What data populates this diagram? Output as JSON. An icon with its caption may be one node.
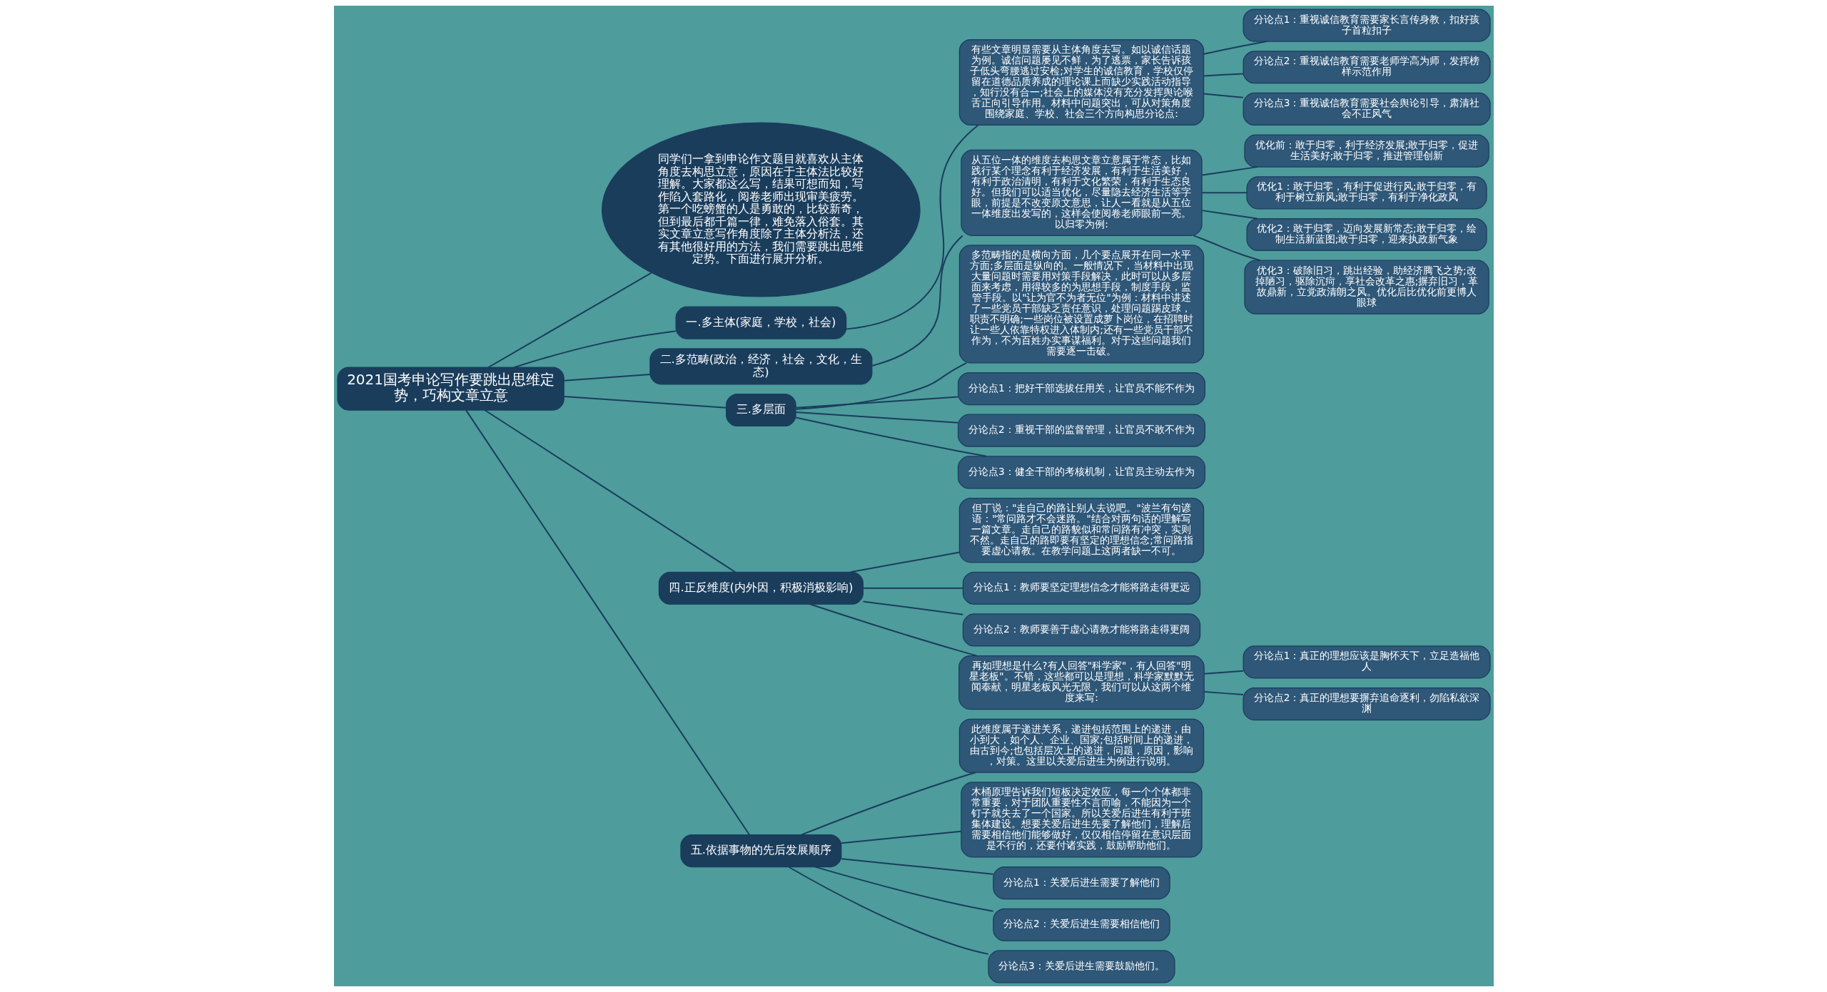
{
  "diagram": {
    "nodes": [
      {
        "text": [
          "2021国考申论写作要跳出思维定势，巧构文章立意"
        ]
      },
      {
        "text": [
          "同学们一拿到申论作文题目就喜欢从主体角度去构思立意，原因在于主体法比较好理解。大家都这么写，结果可想而知，写作陷入套路化，阅卷老师出现审美疲劳。第一个吃螃蟹的人是勇敢的，比较新奇，但到最后都千篇一律，难免落入俗套。其实文章立意写作角度除了主体分析法，还有其他很好用的方法，我们需要跳出思维定势。下面进行展开分析。"
        ]
      },
      {
        "text": [
          "一.多主体(家庭，学校，社会)"
        ]
      },
      {
        "text": [
          "有些文章明显需要从主体角度去写。如以诚信话题为例。诚信问题屡见不鲜，为了逃票，家长告诉孩子低头弯腰逃过安检;对学生的诚信教育，学校仅停留在道德品质养成的理论课上而缺少实践活动指导，知行没有合一;社会上的媒体没有充分发挥舆论喉舌正向引导作用。材料中问题突出，可从对策角度围绕家庭、学校、社会三个方向构思分论点:"
        ]
      },
      {
        "text": [
          "分论点1：重视诚信教育需要家长言传身教，扣好孩子首粒扣子"
        ]
      },
      {
        "text": [
          "分论点2：重视诚信教育需要老师学高为师，发挥榜样示范作用"
        ]
      },
      {
        "text": [
          "分论点3：重视诚信教育需要社会舆论引导，肃清社会不正风气"
        ]
      },
      {
        "text": [
          "二.多范畴(政治，经济，社会，文化，生态)"
        ]
      },
      {
        "text": [
          "从五位一体的维度去构思文章立意属于常态，比如践行某个理念有利于经济发展，有利于生活美好，有利于政治清明，有利于文化繁荣，有利于生态良好。但我们可以适当优化，尽量隐去经济生活等字眼，前提是不改变原文意思，让人一看就是从五位一体维度出发写的，这样会使阅卷老师眼前一亮。以归零为例:"
        ]
      },
      {
        "text": [
          "优化前：敢于归零，利于经济发展;敢于归零，促进生活美好;敢于归零，推进管理创新"
        ]
      },
      {
        "text": [
          "优化1：敢于归零，有利于促进行风;敢于归零，有利于树立新风;敢于归零，有利于净化政风"
        ]
      },
      {
        "text": [
          "优化2：敢于归零，迈向发展新常态;敢于归零，绘制生活新蓝图;敢于归零，迎来执政新气象"
        ]
      },
      {
        "text": [
          "优化3：破除旧习，跳出经验，助经济腾飞之势;改掉陋习，驱除沉疴，享社会改革之惠;摒弃旧习，革故鼎新，立党政清朗之风。优化后比优化前更博人眼球"
        ]
      },
      {
        "text": [
          "三.多层面"
        ]
      },
      {
        "text": [
          "多范畴指的是横向方面，几个要点展开在同一水平方面;多层面是纵向的。一般情况下，当材料中出现大量问题时需要用对策手段解决，此时可以从多层面来考虑，用得较多的为思想手段，制度手段，监管手段。以\"让为官不为者无位\"为例：材料中讲述了一些党员干部缺乏责任意识，处理问题踢皮球，职责不明确;一些岗位被设置成萝卜岗位，在招聘时让一些人依靠特权进入体制内;还有一些党员干部不作为，不为百姓办实事谋福利。对于这些问题我们需要逐一击破。"
        ]
      },
      {
        "text": [
          "分论点1：把好干部选拔任用关，让官员不能不作为"
        ]
      },
      {
        "text": [
          "分论点2：重视干部的监督管理，让官员不敢不作为"
        ]
      },
      {
        "text": [
          "分论点3：健全干部的考核机制，让官员主动去作为"
        ]
      },
      {
        "text": [
          "四.正反维度(内外因，积极消极影响)"
        ]
      },
      {
        "text": [
          "但丁说：\"走自己的路让别人去说吧。\"波兰有句谚语：\"常问路才不会迷路。\"结合对两句话的理解写一篇文章。走自己的路貌似和常问路有冲突，实则不然。走自己的路即要有坚定的理想信念;常问路指要虚心请教。在教学问题上这两者缺一不可。"
        ]
      },
      {
        "text": [
          "分论点1：教师要坚定理想信念才能将路走得更远"
        ]
      },
      {
        "text": [
          "分论点2：教师要善于虚心请教才能将路走得更阔"
        ]
      },
      {
        "text": [
          "再如理想是什么?有人回答\"科学家\"，有人回答\"明星老板\"。不错，这些都可以是理想，科学家默默无闻奉献，明星老板风光无限，我们可以从这两个维度来写:"
        ]
      },
      {
        "text": [
          "分论点1：真正的理想应该是胸怀天下，立足造福他人"
        ]
      },
      {
        "text": [
          "分论点2：真正的理想要摒弃追命逐利，勿陷私欲深渊"
        ]
      },
      {
        "text": [
          "五.依据事物的先后发展顺序"
        ]
      },
      {
        "text": [
          "此维度属于递进关系，递进包括范围上的递进，由小到大，如个人、企业、国家;包括时间上的递进，由古到今;也包括层次上的递进，问题，原因，影响，对策。这里以关爱后进生为例进行说明。"
        ]
      },
      {
        "text": [
          "木桶原理告诉我们短板决定效应，每一个个体都非常重要，对于团队重要性不言而喻，不能因为一个钉子就失去了一个国家。所以关爱后进生有利于班集体建设。想要关爱后进生先要了解他们，理解后需要相信他们能够做好，仅仅相信停留在意识层面是不行的，还要付诸实践，鼓励帮助他们。"
        ]
      },
      {
        "text": [
          "分论点1：关爱后进生需要了解他们"
        ]
      },
      {
        "text": [
          "分论点2：关爱后进生需要相信他们"
        ]
      },
      {
        "text": [
          "分论点3：关爱后进生需要鼓励他们。"
        ]
      }
    ],
    "edges": [
      {
        "from": 0,
        "to": 1,
        "arrow": "none"
      },
      {
        "from": 0,
        "to": 2,
        "arrow": "none"
      },
      {
        "from": 2,
        "to": 3,
        "arrow": "none"
      },
      {
        "from": 3,
        "to": 4,
        "arrow": "none"
      },
      {
        "from": 3,
        "to": 5,
        "arrow": "none"
      },
      {
        "from": 3,
        "to": 6,
        "arrow": "none"
      },
      {
        "from": 0,
        "to": 7,
        "arrow": "none"
      },
      {
        "from": 7,
        "to": 8,
        "arrow": "none"
      },
      {
        "from": 8,
        "to": 9,
        "arrow": "none"
      },
      {
        "from": 8,
        "to": 10,
        "arrow": "none"
      },
      {
        "from": 8,
        "to": 11,
        "arrow": "none"
      },
      {
        "from": 8,
        "to": 12,
        "arrow": "none"
      },
      {
        "from": 0,
        "to": 13,
        "arrow": "none"
      },
      {
        "from": 13,
        "to": 14,
        "arrow": "none"
      },
      {
        "from": 13,
        "to": 15,
        "arrow": "none"
      },
      {
        "from": 13,
        "to": 16,
        "arrow": "none"
      },
      {
        "from": 13,
        "to": 17,
        "arrow": "none"
      },
      {
        "from": 0,
        "to": 18,
        "arrow": "none"
      },
      {
        "from": 18,
        "to": 19,
        "arrow": "none"
      },
      {
        "from": 18,
        "to": 20,
        "arrow": "none"
      },
      {
        "from": 18,
        "to": 21,
        "arrow": "none"
      },
      {
        "from": 18,
        "to": 22,
        "arrow": "none"
      },
      {
        "from": 22,
        "to": 23,
        "arrow": "none"
      },
      {
        "from": 22,
        "to": 24,
        "arrow": "none"
      },
      {
        "from": 0,
        "to": 25,
        "arrow": "none"
      },
      {
        "from": 25,
        "to": 26,
        "arrow": "none"
      },
      {
        "from": 25,
        "to": 27,
        "arrow": "none"
      },
      {
        "from": 25,
        "to": 28,
        "arrow": "none"
      },
      {
        "from": 25,
        "to": 29,
        "arrow": "none"
      },
      {
        "from": 25,
        "to": 30,
        "arrow": "none"
      }
    ]
  }
}
